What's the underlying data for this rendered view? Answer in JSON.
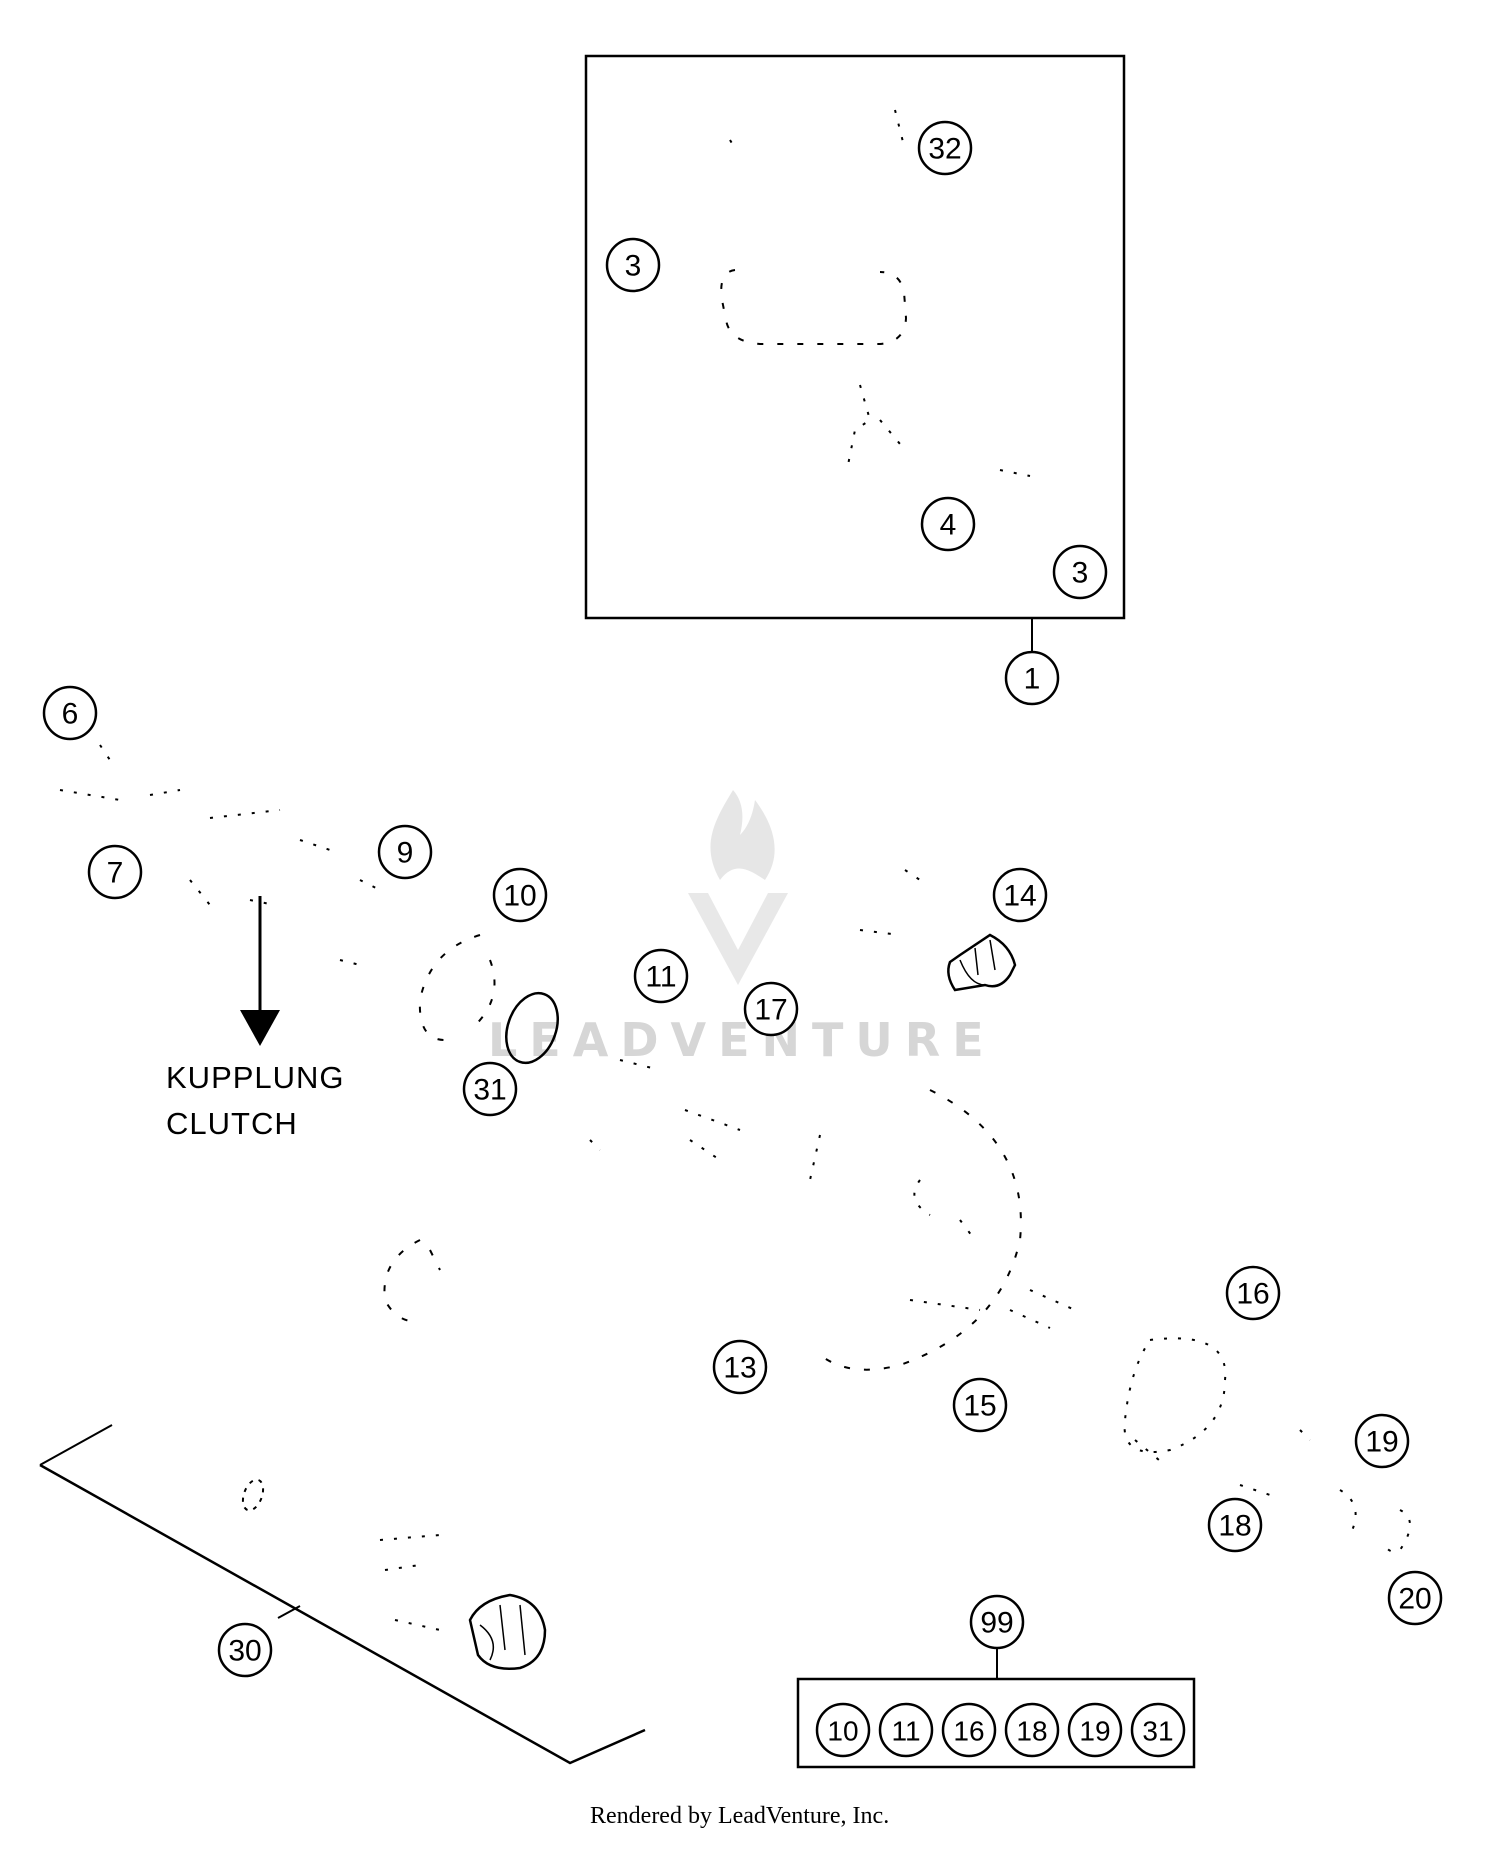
{
  "parts": {
    "kit_frame": {
      "label": "1"
    },
    "frame_32": {
      "label": "32"
    },
    "frame_3_top": {
      "label": "3"
    },
    "frame_4": {
      "label": "4"
    },
    "frame_3_bottom": {
      "label": "3"
    },
    "p6": {
      "label": "6"
    },
    "p7": {
      "label": "7"
    },
    "p9": {
      "label": "9"
    },
    "p10": {
      "label": "10"
    },
    "p11": {
      "label": "11"
    },
    "p14": {
      "label": "14"
    },
    "p17": {
      "label": "17"
    },
    "p31": {
      "label": "31"
    },
    "p13": {
      "label": "13"
    },
    "p15": {
      "label": "15"
    },
    "p16": {
      "label": "16"
    },
    "p19": {
      "label": "19"
    },
    "p18": {
      "label": "18"
    },
    "p20": {
      "label": "20"
    },
    "p30": {
      "label": "30"
    },
    "p99": {
      "label": "99"
    }
  },
  "repair_kit": {
    "items": [
      "10",
      "11",
      "16",
      "18",
      "19",
      "31"
    ]
  },
  "note": {
    "line1": "KUPPLUNG",
    "line2": "CLUTCH"
  },
  "watermark": {
    "text": "LEADVENTURE"
  },
  "footer": {
    "text": "Rendered by LeadVenture, Inc."
  },
  "colors": {
    "line": "#000000",
    "background": "#ffffff",
    "watermark": "#d6d6d6"
  },
  "icons": {
    "arrow": "arrow-down-icon",
    "logo": "leadventure-flame-logo"
  }
}
